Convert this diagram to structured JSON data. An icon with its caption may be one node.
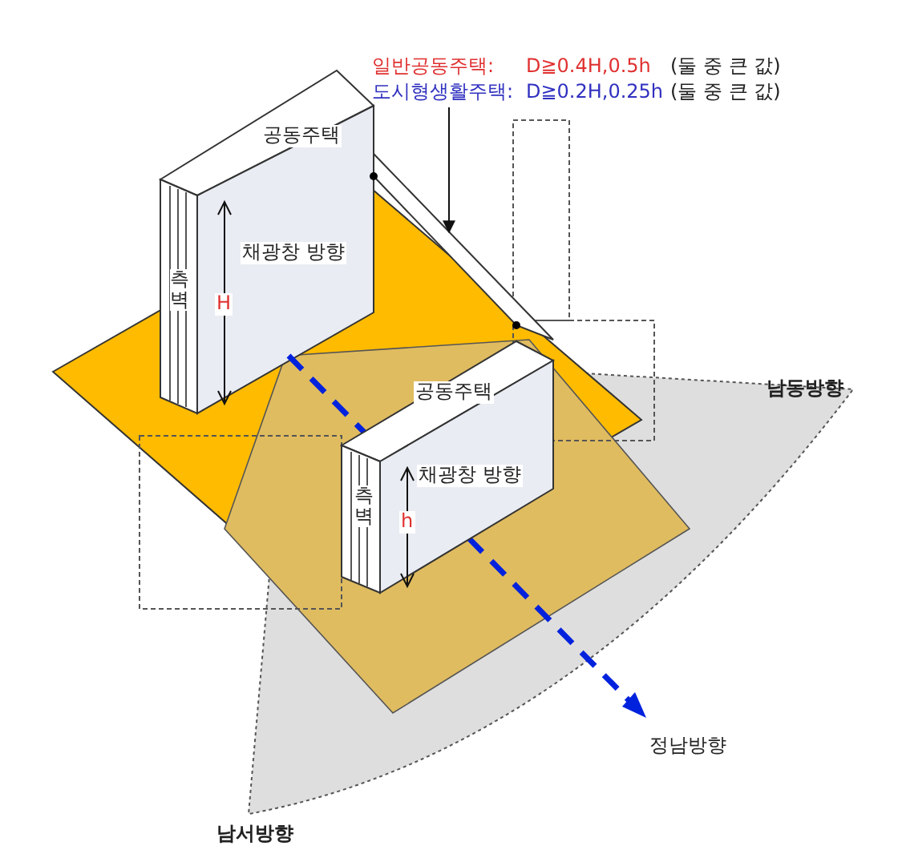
{
  "diagram": {
    "nodes": [
      {
        "text": [
          "일반공동주택:",
          "D≧0.4H,0.5h",
          "(둘 중 큰 값)",
          "도시형생활주택:",
          "D≧0.2H,0.25h",
          "(둘 중 큰 값)"
        ]
      },
      {
        "text": [],
        "shape": "bar"
      }
    ],
    "edges": [
      {
        "from": 0,
        "to": 1,
        "arrow": "to"
      }
    ],
    "labels": [
      "공동주택",
      "채광창 방향",
      "측벽",
      "H",
      "공동주택",
      "채광창 방향",
      "측벽",
      "h",
      "남동방향",
      "정남방향",
      "남서방향"
    ]
  }
}
